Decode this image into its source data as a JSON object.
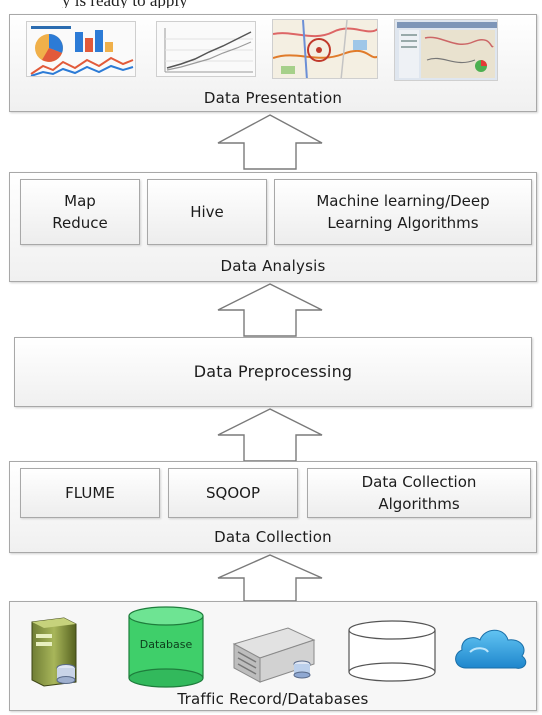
{
  "header_fragment": "y is ready to apply",
  "layers": {
    "presentation": {
      "label": "Data Presentation"
    },
    "analysis": {
      "label": "Data Analysis",
      "components": [
        "Map\nReduce",
        "Hive",
        "Machine learning/Deep\nLearning Algorithms"
      ]
    },
    "preprocessing": {
      "label": "Data Preprocessing"
    },
    "collection": {
      "label": "Data Collection",
      "components": [
        "FLUME",
        "SQOOP",
        "Data Collection\nAlgorithms"
      ]
    },
    "sources": {
      "label": "Traffic Record/Databases",
      "database_icon_label": "Database"
    }
  },
  "colors": {
    "box_border": "#a8a8a8",
    "arrow_fill": "#ffffff",
    "arrow_stroke": "#7a7a7a",
    "db_green": "#3fcf6a",
    "cloud_blue": "#2a9fe0"
  },
  "icons": {
    "presentation": [
      "dashboard-thumbnail-icon",
      "line-chart-thumbnail-icon",
      "map-thumbnail-icon",
      "gis-app-thumbnail-icon"
    ],
    "sources": [
      "server-icon",
      "database-icon",
      "rack-server-icon",
      "storage-disk-icon",
      "cloud-icon"
    ]
  }
}
